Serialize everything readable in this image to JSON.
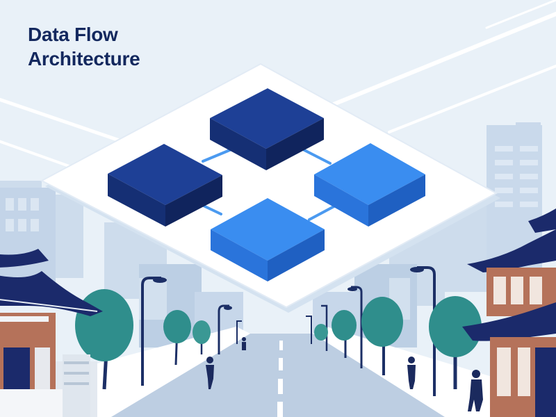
{
  "title": {
    "line1": "Data Flow",
    "line2": "Architecture"
  },
  "colors": {
    "title": "#13285e",
    "sky": "#e9f1f8",
    "block_navy": "#1a3a8c",
    "block_blue": "#2f7ee8",
    "connector": "#4b9af0",
    "tree": "#2f8e8c",
    "roof": "#1b2a6b",
    "wall": "#b5725a"
  },
  "scene": {
    "platform_blocks": [
      "navy-block",
      "navy-block",
      "blue-block",
      "blue-block"
    ],
    "connectors": 4
  }
}
